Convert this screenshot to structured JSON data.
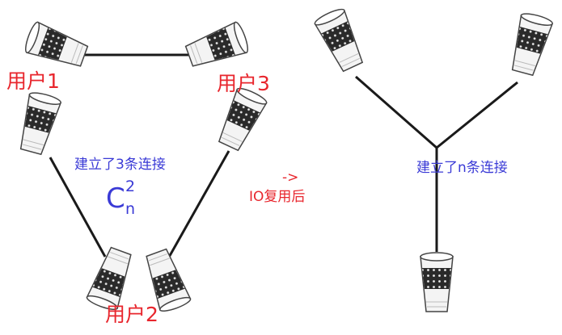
{
  "left": {
    "users": [
      {
        "label": "用户1"
      },
      {
        "label": "用户3"
      },
      {
        "label": "用户2"
      }
    ],
    "caption": "建立了3条连接",
    "formula": {
      "symbol": "C",
      "sup": "2",
      "sub": "n"
    }
  },
  "middle": {
    "arrow": "->",
    "caption": "IO复用后"
  },
  "right": {
    "caption": "建立了n条连接"
  },
  "colors": {
    "user_label": "#e8262d",
    "caption_blue": "#3a3ad6",
    "caption_red": "#e8262d",
    "line": "#1a1a1a"
  }
}
